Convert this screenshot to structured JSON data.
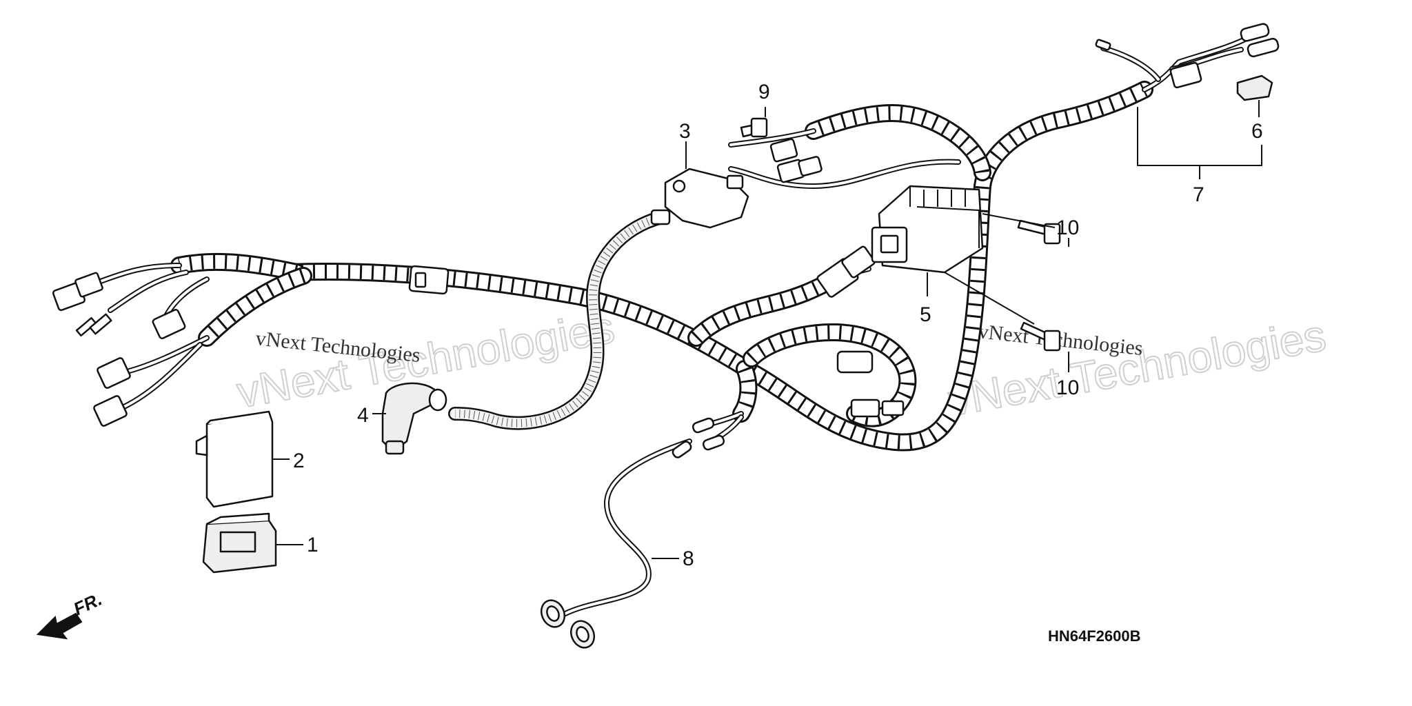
{
  "diagram": {
    "drawing_code": "HN64F2600B",
    "front_arrow_label": "FR.",
    "callouts": {
      "c1": "1",
      "c2": "2",
      "c3": "3",
      "c4": "4",
      "c5": "5",
      "c6": "6",
      "c7": "7",
      "c8": "8",
      "c9": "9",
      "c10a": "10",
      "c10b": "10"
    }
  },
  "watermark": {
    "large": "vNext Technologies",
    "small": "vNext Technologies"
  }
}
